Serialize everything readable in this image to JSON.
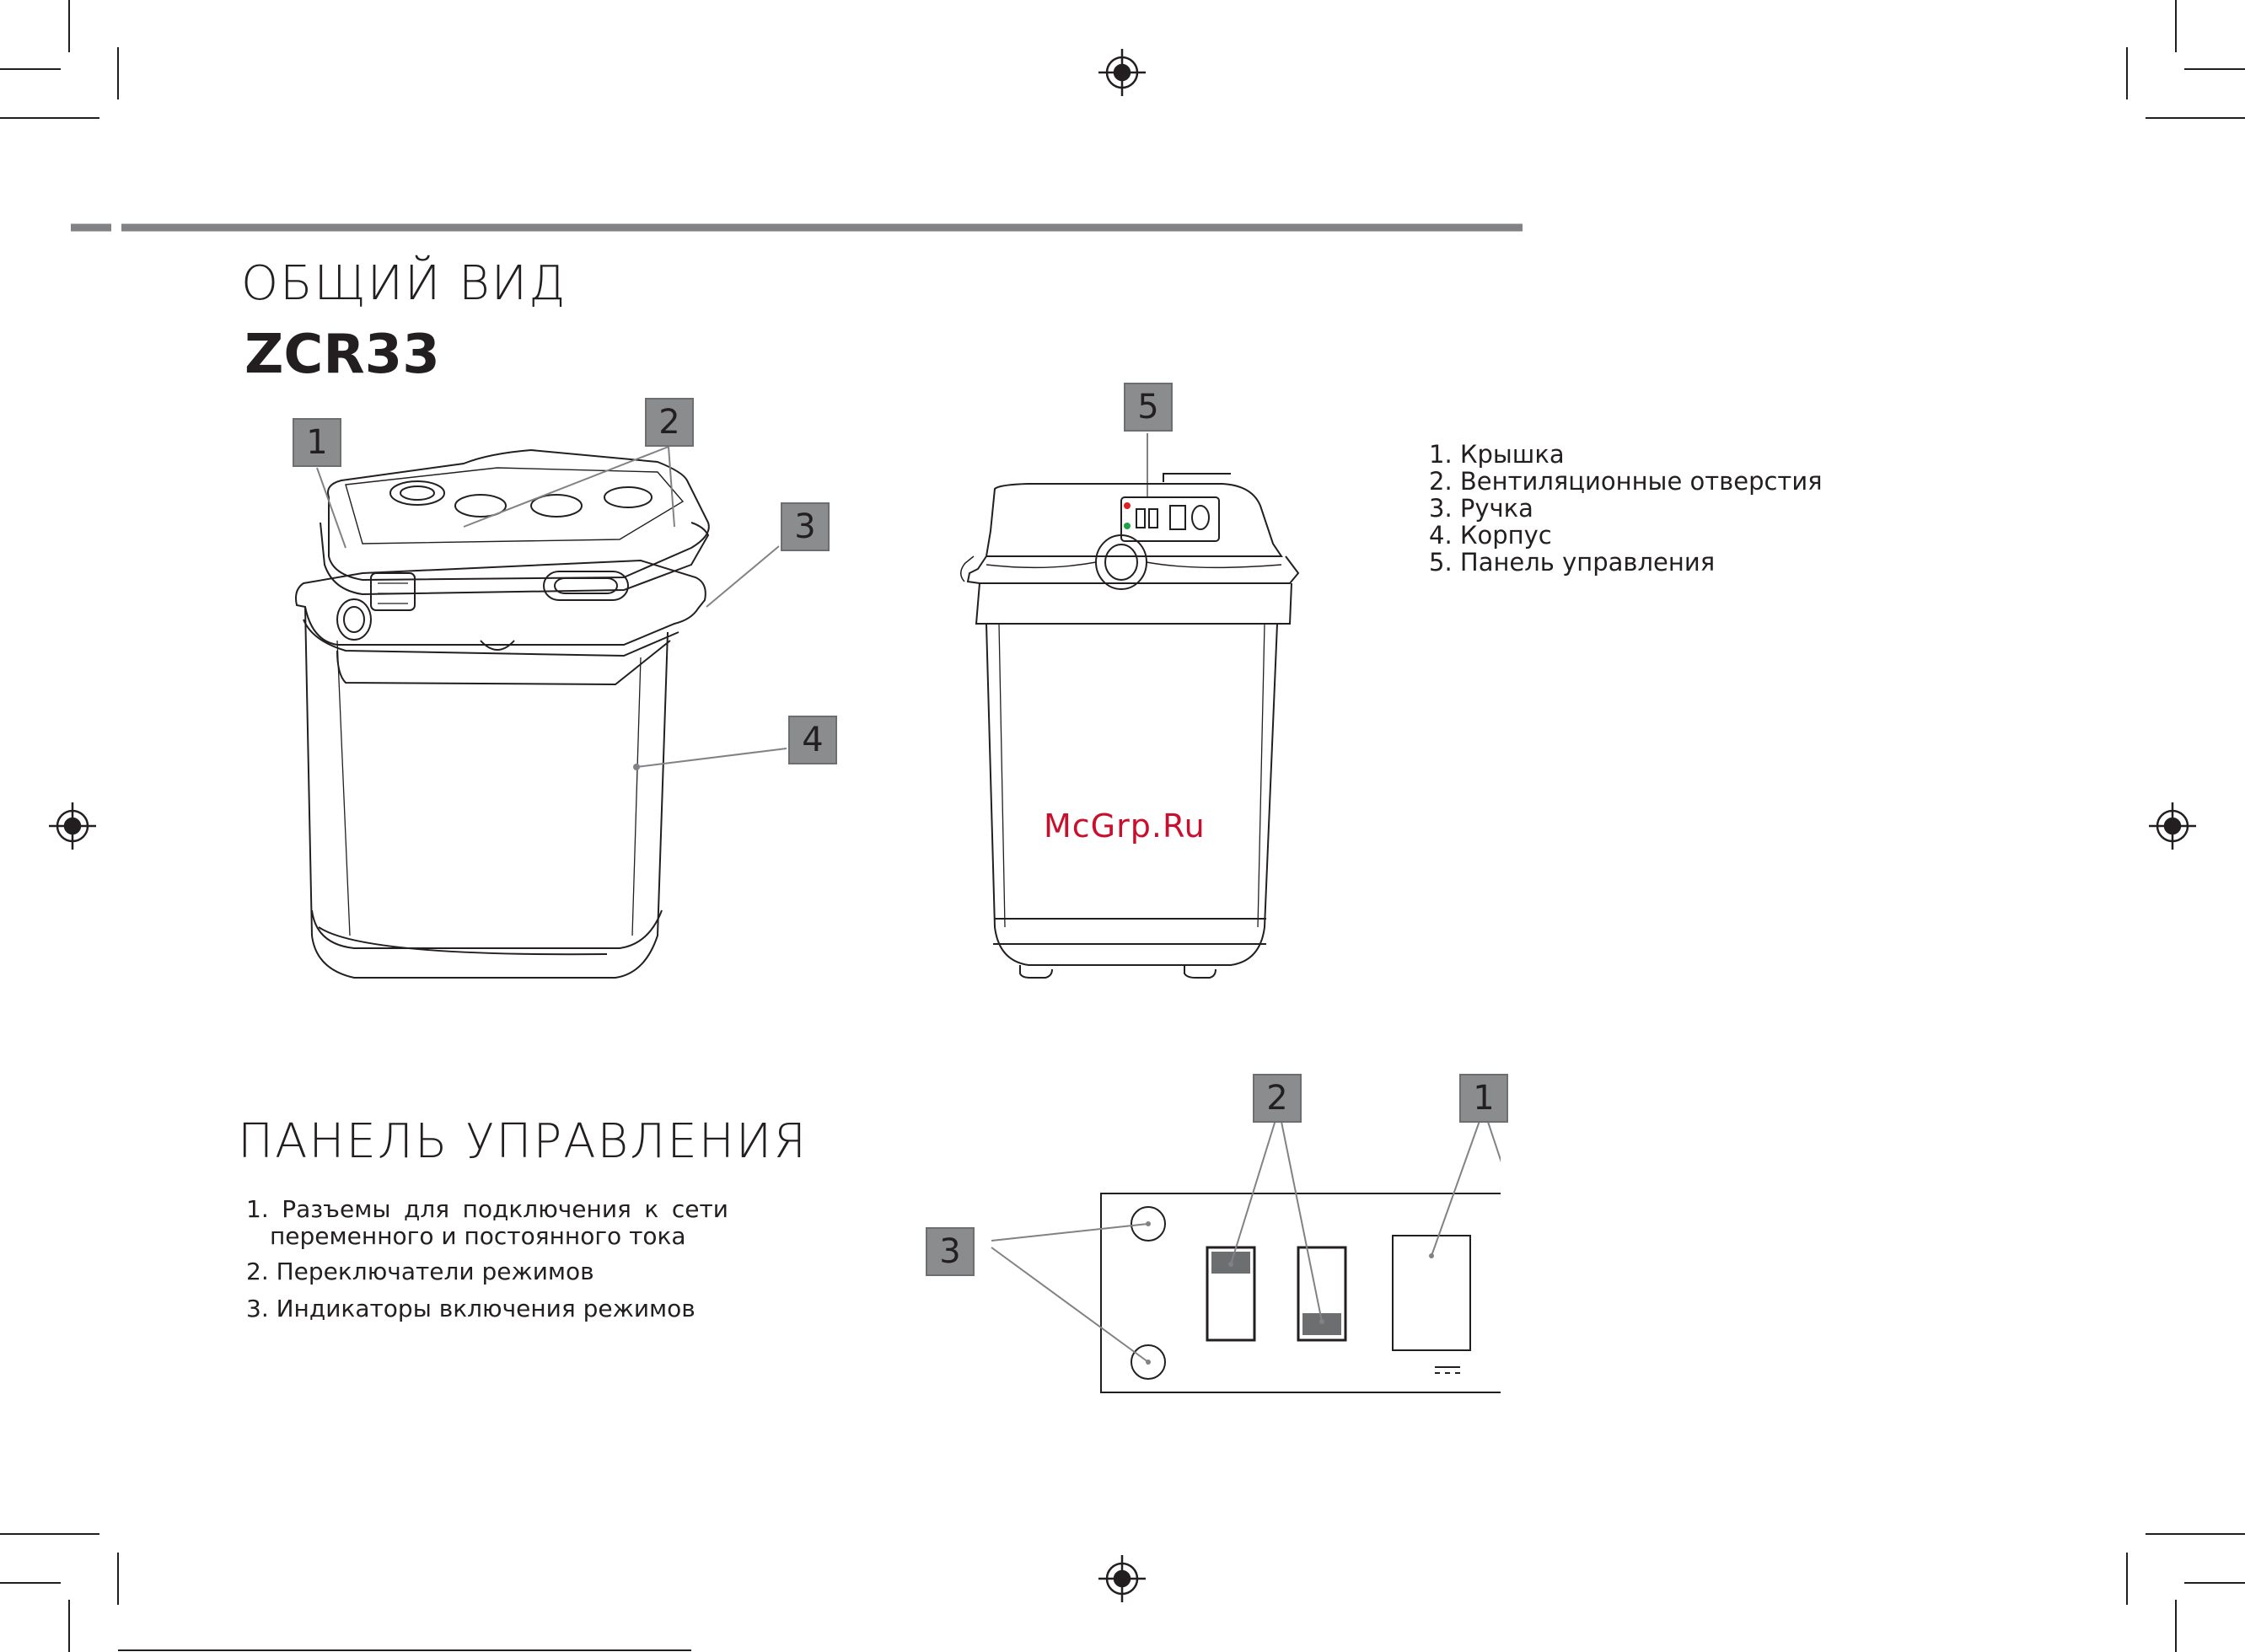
{
  "header": {
    "overview_title": "ОБЩИЙ ВИД",
    "model": "ZCR33"
  },
  "callouts": {
    "lid": "1",
    "vents": "2",
    "handle": "3",
    "body": "4",
    "control_panel": "5"
  },
  "legend": {
    "items": [
      "1. Крышка",
      "2. Вентиляционные отверстия",
      "3. Ручка",
      "4. Корпус",
      "5. Панель управления"
    ]
  },
  "watermark": "McGrp.Ru",
  "panel_section": {
    "title": "ПАНЕЛЬ УПРАВЛЕНИЯ",
    "item1_line1": "1. Разъемы для подключения к сети",
    "item1_line2": "переменного и постоянного тока",
    "item2": "2. Переключатели режимов",
    "item3": "3. Индикаторы включения режимов",
    "callout_connectors": "1",
    "callout_switches": "2",
    "callout_indicators": "3"
  },
  "colors": {
    "rule": "#808285",
    "callout_fill": "#8a8c8e",
    "line_art": "#231f20",
    "indicator_red": "#e02020",
    "indicator_green": "#1fa34a",
    "watermark": "#c8102e"
  }
}
